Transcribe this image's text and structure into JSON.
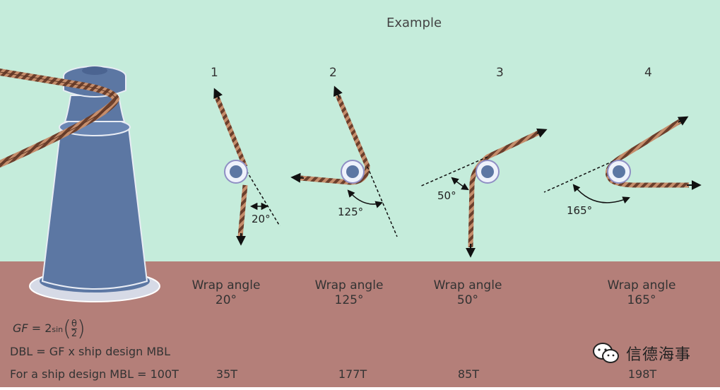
{
  "title": "Example",
  "formula": {
    "lhs": "GF",
    "equals": "= 2",
    "fn": "sin",
    "numerator": "θ",
    "denominator": "2"
  },
  "dbl_text": "DBL = GF x ship design MBL",
  "mbl_text": "For a ship design MBL = 100T",
  "examples": [
    {
      "number": "1",
      "angle_label": "20°",
      "wrap_title": "Wrap angle",
      "wrap_value": "20°",
      "tons": "35T"
    },
    {
      "number": "2",
      "angle_label": "125°",
      "wrap_title": "Wrap angle",
      "wrap_value": "125°",
      "tons": "177T"
    },
    {
      "number": "3",
      "angle_label": "50°",
      "wrap_title": "Wrap angle",
      "wrap_value": "50°",
      "tons": "85T"
    },
    {
      "number": "4",
      "angle_label": "165°",
      "wrap_title": "Wrap angle",
      "wrap_value": "165°",
      "tons": "198T"
    }
  ],
  "watermark": "信德海事",
  "colors": {
    "sky": "#c5ecdb",
    "ground": "#b47f79",
    "bollard": "#5c77a3",
    "rope": "#6b3f2c"
  }
}
